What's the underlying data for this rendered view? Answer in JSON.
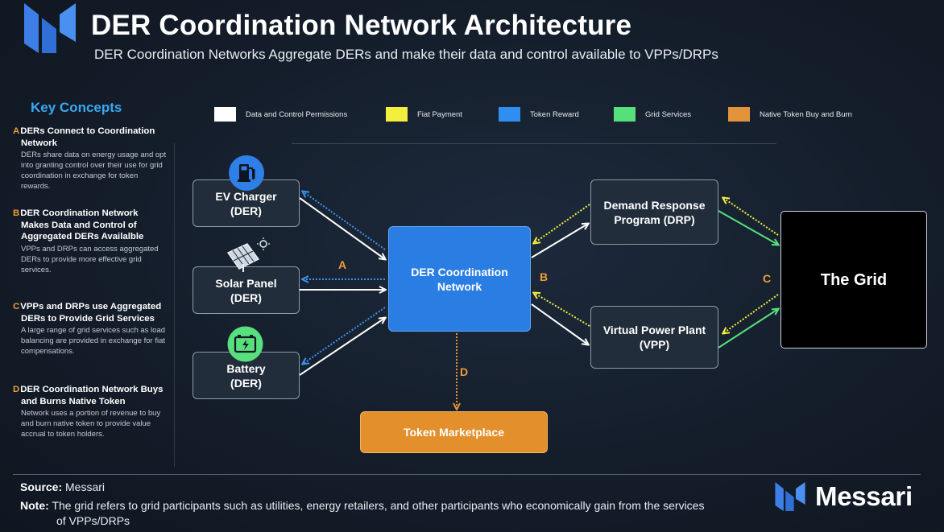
{
  "header": {
    "title": "DER Coordination Network Architecture",
    "subtitle": "DER Coordination Networks Aggregate DERs and make their data and control available to VPPs/DRPs"
  },
  "sidebar": {
    "title": "Key Concepts",
    "concepts": [
      {
        "letter": "A",
        "heading": "DERs Connect to Coordination Network",
        "body": "DERs share data on energy usage and opt into granting control over their use for grid coordination in exchange for token rewards."
      },
      {
        "letter": "B",
        "heading": "DER Coordination Network Makes Data and Control of Aggregated DERs Availalble",
        "body": "VPPs and DRPs can access aggregated DERs to provide more effective grid services."
      },
      {
        "letter": "C",
        "heading": "VPPs and DRPs use Aggregated DERs to Provide Grid Services",
        "body": "A large range of grid services such as load balancing are provided in exchange for fiat compensations."
      },
      {
        "letter": "D",
        "heading": "DER Coordination Network Buys and Burns Native Token",
        "body": "Network uses a portion of revenue to buy and burn native token to provide value accrual to token holders."
      }
    ]
  },
  "legend": [
    {
      "label": "Data and Control Permissions",
      "color": "#ffffff"
    },
    {
      "label": "Fiat Payment",
      "color": "#f4ee3c"
    },
    {
      "label": "Token Reward",
      "color": "#2f8ef0"
    },
    {
      "label": "Grid Services",
      "color": "#56e07c"
    },
    {
      "label": "Native Token Buy and Burn",
      "color": "#e3933a"
    }
  ],
  "nodes": {
    "ev": "EV Charger\n(DER)",
    "solar": "Solar Panel\n(DER)",
    "battery": "Battery\n(DER)",
    "network": "DER Coordination\nNetwork",
    "drp": "Demand Response\nProgram (DRP)",
    "vpp": "Virtual Power Plant\n(VPP)",
    "grid": "The Grid",
    "market": "Token Marketplace"
  },
  "edge_labels": {
    "a": "A",
    "b": "B",
    "c": "C",
    "d": "D"
  },
  "icons": {
    "ev": "fuel-pump-icon",
    "solar": "solar-panel-icon",
    "battery": "battery-icon"
  },
  "footer": {
    "source_label": "Source:",
    "source_value": "Messari",
    "note_label": "Note:",
    "note_value": "The grid refers to grid participants such as utilities, energy retailers, and other participants who economically gain from the services of VPPs/DRPs",
    "brand": "Messari"
  }
}
